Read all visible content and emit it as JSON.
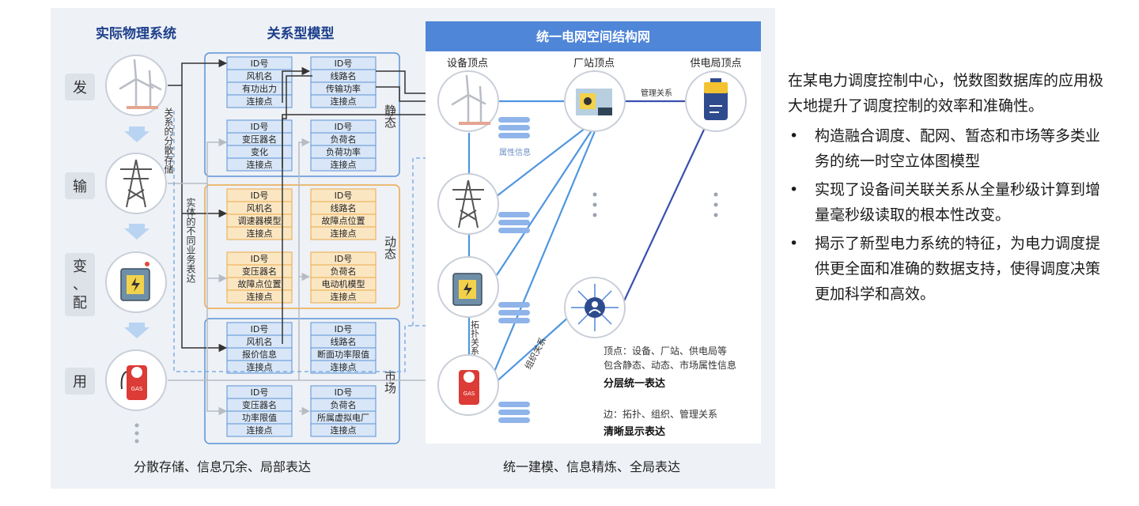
{
  "left_title": "实际物理系统",
  "middle_title": "关系型模型",
  "right_header": "统一电网空间结构网",
  "stages": [
    "发",
    "输",
    "变",
    "、",
    "配",
    "用"
  ],
  "vertical_labels": {
    "distributed": "关系的分散存储",
    "entity": "实体的不同业务表达",
    "topology": "拓扑关系",
    "organization": "组织关系"
  },
  "groups": [
    {
      "label": "静态",
      "color": "#5b93d6",
      "fill": "#d8e6f7",
      "tables": [
        [
          "ID号",
          "风机名",
          "有功出力",
          "连接点"
        ],
        [
          "ID号",
          "线路名",
          "传输功率",
          "连接点"
        ],
        [
          "ID号",
          "变压器名",
          "变化",
          "连接点"
        ],
        [
          "ID号",
          "负荷名",
          "负荷功率",
          "连接点"
        ]
      ]
    },
    {
      "label": "动态",
      "color": "#eba94a",
      "fill": "#fbe6c2",
      "tables": [
        [
          "ID号",
          "风机名",
          "调速器模型",
          "连接点"
        ],
        [
          "ID号",
          "线路名",
          "故障点位置",
          "连接点"
        ],
        [
          "ID号",
          "变压器名",
          "故障点位置",
          "连接点"
        ],
        [
          "ID号",
          "负荷名",
          "电动机模型",
          "连接点"
        ]
      ]
    },
    {
      "label": "市场",
      "color": "#5b93d6",
      "fill": "#d8e6f7",
      "tables": [
        [
          "ID号",
          "风机名",
          "报价信息",
          "连接点"
        ],
        [
          "ID号",
          "线路名",
          "断面功率限值",
          "连接点"
        ],
        [
          "ID号",
          "变压器名",
          "功率限值",
          "连接点"
        ],
        [
          "ID号",
          "负荷名",
          "所属虚拟电厂",
          "连接点"
        ]
      ]
    }
  ],
  "node_labels": {
    "device": "设备顶点",
    "station": "厂站顶点",
    "bureau": "供电局顶点"
  },
  "attr_info": "属性信息",
  "mgmt_relation": "管理关系",
  "legend": {
    "vertex_line1": "顶点：设备、厂站、供电局等",
    "vertex_line2": "包含静态、动态、市场属性信息",
    "vertex_bold": "分层统一表达",
    "edge_line1": "边：拓扑、组织、管理关系",
    "edge_bold": "清晰显示表达"
  },
  "bottom_left": "分散存储、信息冗余、局部表达",
  "bottom_right": "统一建模、信息精炼、全局表达",
  "side_text": {
    "intro": "在某电力调度控制中心，悦数图数据库的应用极大地提升了调度控制的效率和准确性。",
    "bullets": [
      "构造融合调度、配网、暂态和市场等多类业务的统一时空立体图模型",
      "实现了设备间关联关系从全量秒级计算到增量毫秒级读取的根本性改变。",
      "揭示了新型电力系统的特征，为电力调度提供更全面和准确的数据支持，使得调度决策更加科学和高效。"
    ]
  },
  "colors": {
    "accent_blue": "#4f86d8",
    "orange": "#eba94a",
    "navy": "#3a4fb0",
    "icon_ring": "#c9cfd8"
  }
}
